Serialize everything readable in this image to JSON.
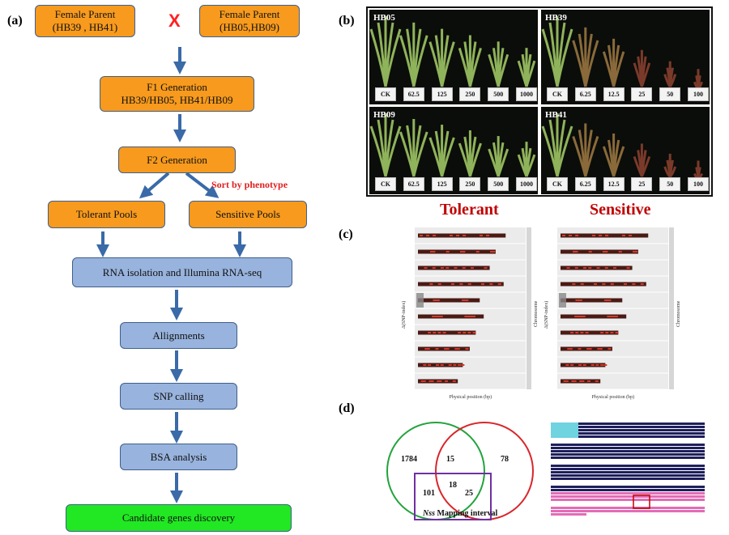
{
  "panel_labels": {
    "a": "(a)",
    "b": "(b)",
    "c": "(c)",
    "d": "(d)"
  },
  "flowchart": {
    "female_parent_left": {
      "line1": "Female Parent",
      "line2": "(HB39 , HB41)"
    },
    "cross_symbol": "X",
    "female_parent_right": {
      "line1": "Female Parent",
      "line2": "(HB05,HB09)"
    },
    "f1": {
      "line1": "F1 Generation",
      "line2": "HB39/HB05, HB41/HB09"
    },
    "f2": "F2 Generation",
    "sort_label": "Sort by phenotype",
    "tolerant_pools": "Tolerant Pools",
    "sensitive_pools": "Sensitive Pools",
    "rna": "RNA isolation and Illumina RNA-seq",
    "alignments": "Allignments",
    "snp": "SNP calling",
    "bsa": "BSA analysis",
    "candidate": "Candidate genes discovery"
  },
  "photos": [
    {
      "id": "HB05",
      "pots": [
        "CK",
        "62.5",
        "125",
        "250",
        "500",
        "1000"
      ]
    },
    {
      "id": "HB39",
      "pots": [
        "CK",
        "6.25",
        "12.5",
        "25",
        "50",
        "100"
      ]
    },
    {
      "id": "HB09",
      "pots": [
        "CK",
        "62.5",
        "125",
        "250",
        "500",
        "1000"
      ]
    },
    {
      "id": "HB41",
      "pots": [
        "CK",
        "6.25",
        "12.5",
        "25",
        "50",
        "100"
      ]
    }
  ],
  "tolerant_label": "Tolerant",
  "sensitive_label": "Sensitive",
  "plots": {
    "ylabel": "Δ(SNP-index)",
    "xlabel": "Physical position (bp)",
    "right_label": "Chromosome",
    "rows": [
      0.88,
      0.78,
      0.72,
      0.86,
      0.62,
      0.66,
      0.58,
      0.52,
      0.45,
      0.4
    ]
  },
  "venn": {
    "only_left": "1784",
    "left_right": "15",
    "only_right": "78",
    "center": "18",
    "left_bottom": "101",
    "right_bottom": "25",
    "mapping_label_italic": "Nss",
    "mapping_label_rest": " Mapping interval",
    "colors": {
      "left": "#22a33c",
      "right": "#d9262b",
      "box": "#7030a0"
    }
  }
}
